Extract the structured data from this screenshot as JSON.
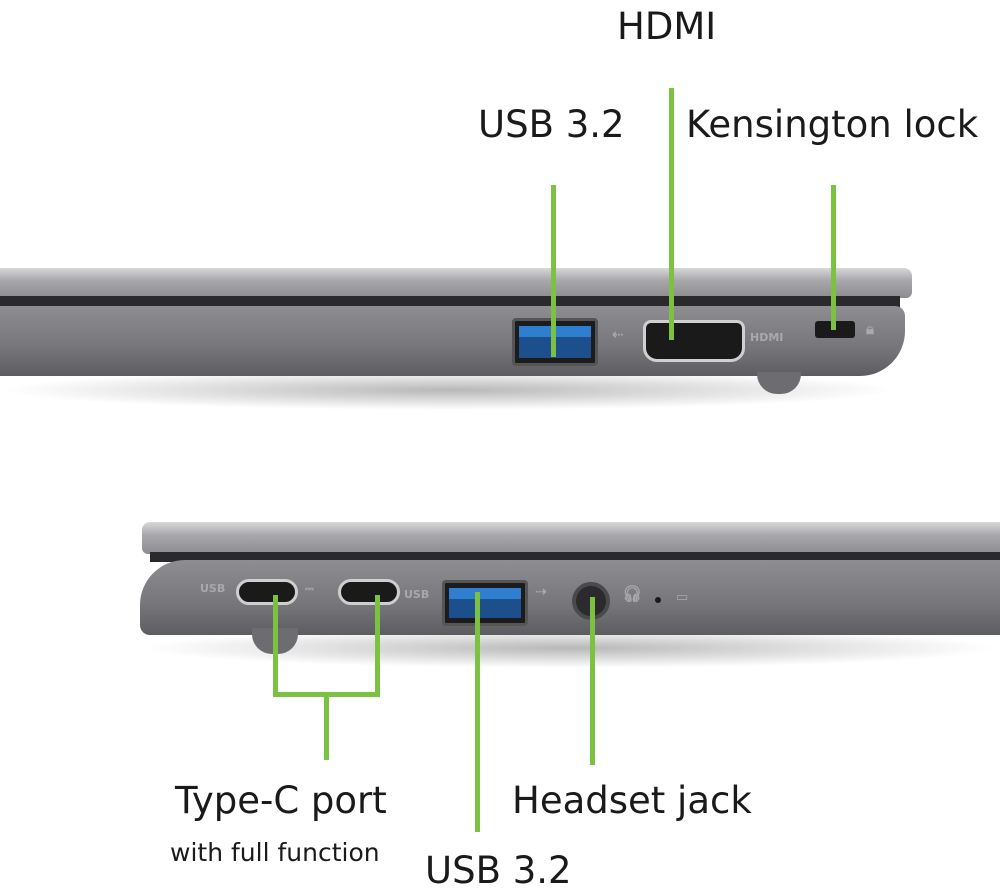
{
  "labels": {
    "hdmi": "HDMI",
    "usb_top": "USB 3.2",
    "kensington": "Kensington lock",
    "typec": "Type-C port",
    "typec_sub": "with full function",
    "headset": "Headset jack",
    "usb_bottom": "USB 3.2"
  },
  "port_markings": {
    "hdmi": "HDMI",
    "usb_c_1": "USB",
    "usb_c_2": "USB"
  },
  "colors": {
    "callout_line": "#7cc242",
    "usb3_blue": "#2f7fd0",
    "chassis": "#76767a"
  }
}
